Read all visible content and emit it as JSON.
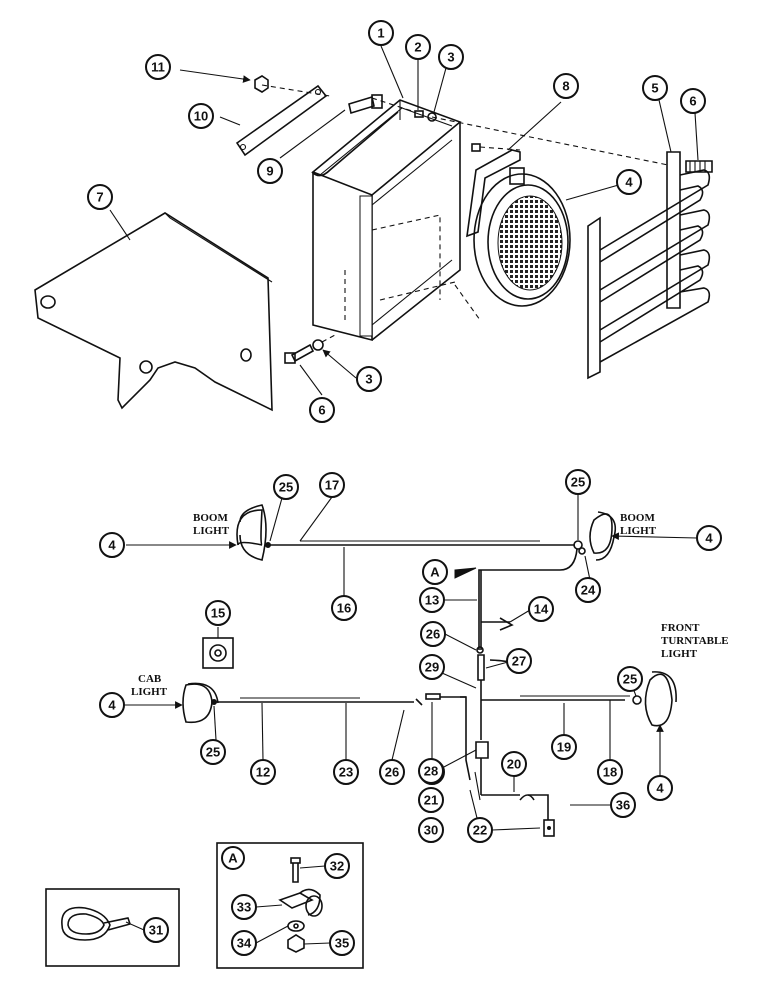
{
  "labels": {
    "boom_light_left": [
      "BOOM",
      "LIGHT"
    ],
    "boom_light_right": [
      "BOOM",
      "LIGHT"
    ],
    "cab_light": [
      "CAB",
      "LIGHT"
    ],
    "front_turntable_light": [
      "FRONT",
      "TURNTABLE",
      "LIGHT"
    ]
  },
  "callouts": {
    "c1": "1",
    "c2": "2",
    "c3a": "3",
    "c3b": "3",
    "c4_lamp": "4",
    "c5": "5",
    "c6a": "6",
    "c6b": "6",
    "c7": "7",
    "c8": "8",
    "c9": "9",
    "c10": "10",
    "c11": "11",
    "c4_boom_l": "4",
    "c4_boom_r": "4",
    "c4_cab": "4",
    "c4_front": "4",
    "c25_boom_l": "25",
    "c25_boom_r": "25",
    "c25_cab": "25",
    "c25_front": "25",
    "c17": "17",
    "c16": "16",
    "c24": "24",
    "cA_top": "A",
    "c13": "13",
    "c14": "14",
    "c15": "15",
    "c26a": "26",
    "c26b": "26",
    "c27a": "27",
    "c27b": "27",
    "c29": "29",
    "c12": "12",
    "c23": "23",
    "c28": "28",
    "c20": "20",
    "c21": "21",
    "c30": "30",
    "c22": "22",
    "c36": "36",
    "c19": "19",
    "c18": "18",
    "c31": "31",
    "cA_box": "A",
    "c32": "32",
    "c33": "33",
    "c34": "34",
    "c35": "35"
  }
}
